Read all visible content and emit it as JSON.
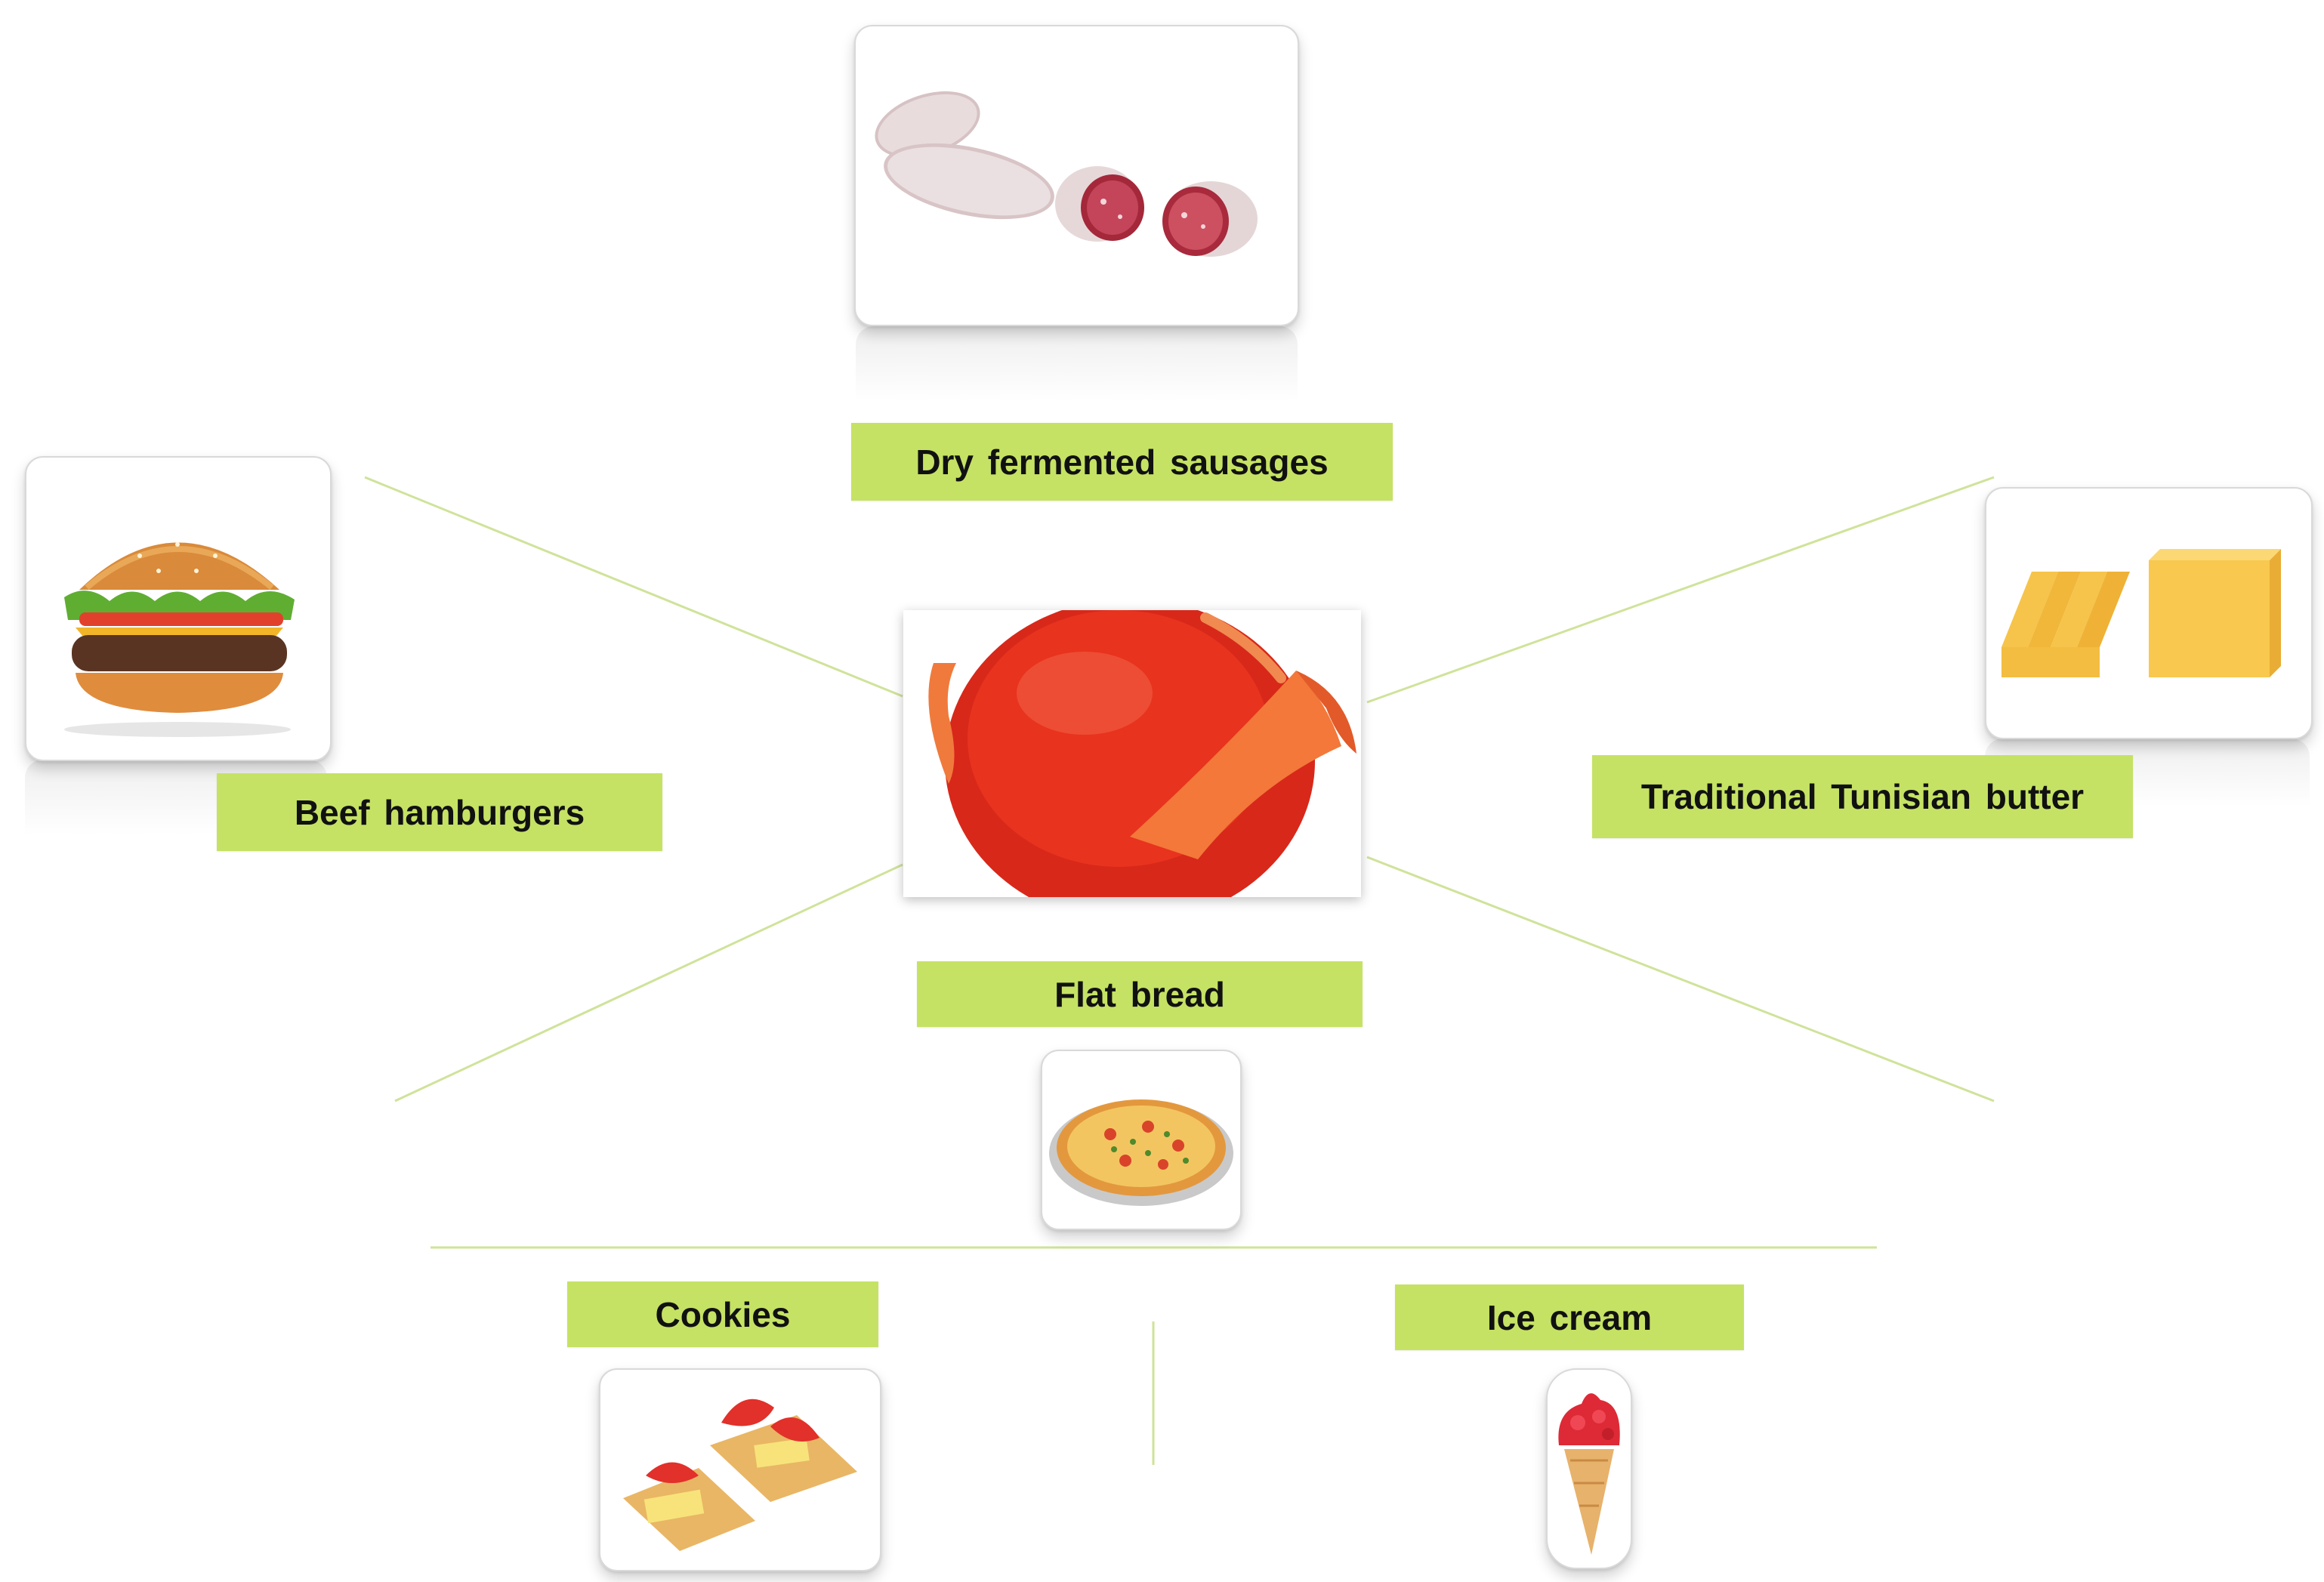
{
  "diagram": {
    "center": {
      "icon": "peeled-tomato-icon"
    },
    "nodes": [
      {
        "id": "sausages",
        "label": "Dry fermented  sausages",
        "icon": "salami-icon"
      },
      {
        "id": "hamburgers",
        "label": "Beef  hamburgers",
        "icon": "hamburger-icon"
      },
      {
        "id": "butter",
        "label": "Traditional  Tunisian  butter",
        "icon": "butter-block-icon"
      },
      {
        "id": "flatbread",
        "label": "Flat bread",
        "icon": "pizza-icon"
      },
      {
        "id": "cookies",
        "label": "Cookies",
        "icon": "cracker-tomato-icon"
      },
      {
        "id": "icecream",
        "label": "Ice  cream",
        "icon": "ice-cream-cone-icon"
      }
    ],
    "colors": {
      "label_fill": "#c5e264",
      "connector": "#cfe39a",
      "tomato": "#e8331e"
    }
  }
}
